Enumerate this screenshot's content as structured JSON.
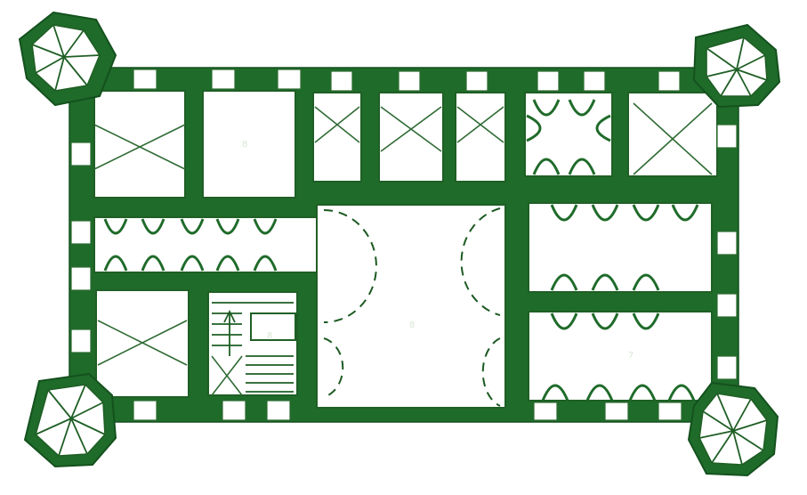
{
  "plan": {
    "palette": {
      "wall": "#1f6b2a",
      "paper": "#ffffff",
      "line": "#1f5f25"
    },
    "room_labels": [
      {
        "id": "room-a",
        "text": "8"
      },
      {
        "id": "room-stair",
        "text": "8"
      },
      {
        "id": "hall",
        "text": "8"
      },
      {
        "id": "room-right",
        "text": "7"
      }
    ]
  }
}
